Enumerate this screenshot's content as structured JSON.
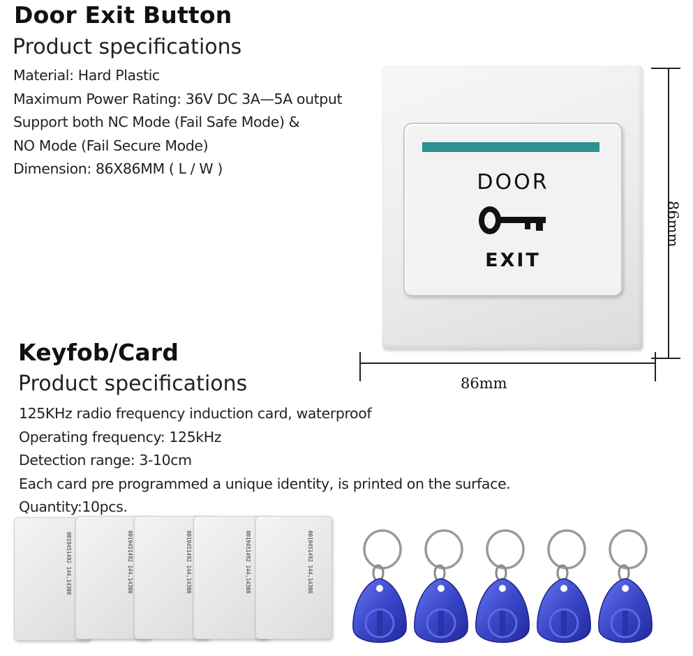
{
  "door": {
    "title": "Door Exit Button",
    "subtitle": "Product specifications",
    "specs": [
      "Material: Hard Plastic",
      "Maximum Power Rating: 36V DC 3A—5A output",
      "Support both NC Mode (Fail Safe Mode) &",
      "NO Mode (Fail Secure Mode)",
      "Dimension:  86X86MM ( L / W )"
    ]
  },
  "button_face": {
    "top_text": "DOOR",
    "bottom_text": "EXIT",
    "strip_color": "#2f8f92"
  },
  "dimensions": {
    "height_label": "86mm",
    "width_label": "86mm"
  },
  "keyfob": {
    "title": "Keyfob/Card",
    "subtitle": "Product specifications",
    "specs": [
      "125KHz radio frequency induction card, waterproof",
      "Operating frequency: 125kHz",
      "Detection range: 3-10cm",
      "Each card pre programmed a unique identity, is printed on the surface.",
      "Quantity:10pcs."
    ]
  },
  "cards": {
    "serial": "0019451492 144,14308",
    "count": 5
  },
  "fobs": {
    "count": 5,
    "color": "#3a47c9"
  }
}
